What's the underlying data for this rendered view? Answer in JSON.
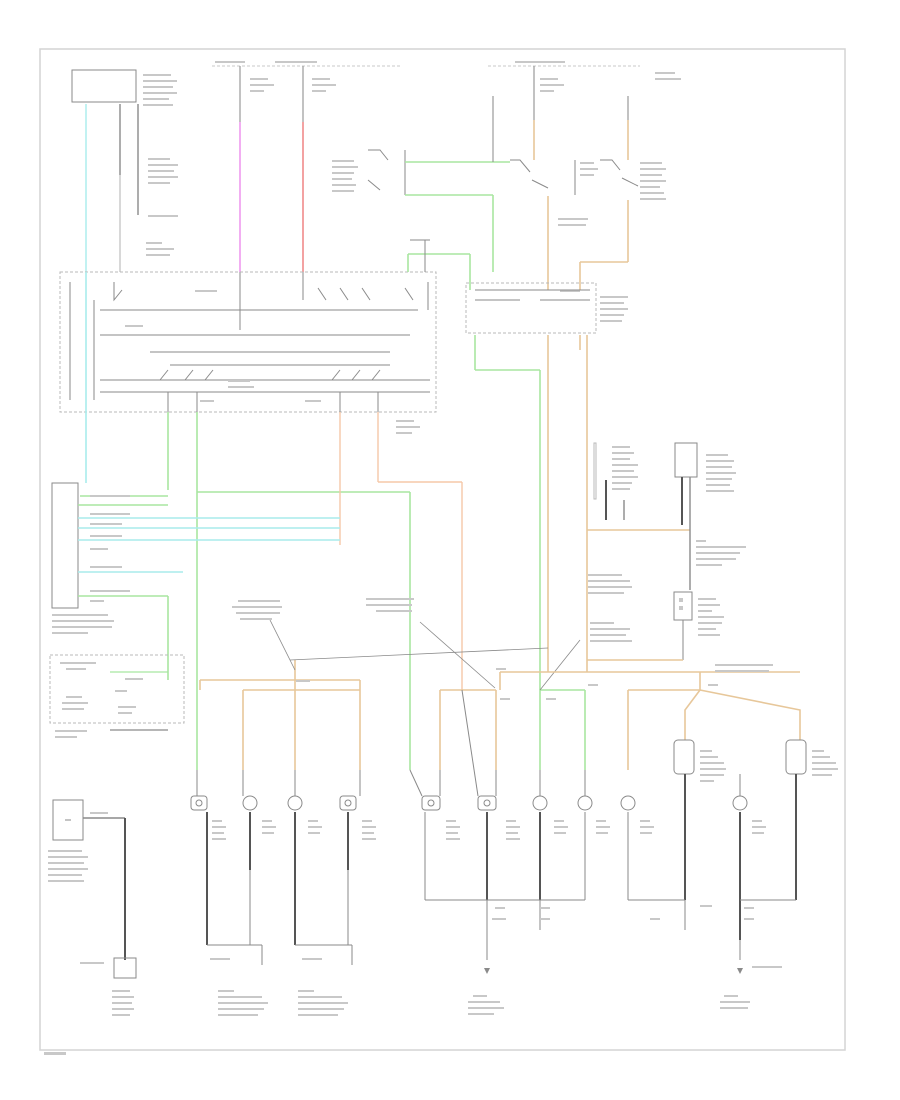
{
  "diagram": {
    "title": "",
    "footer_code": "",
    "colors": {
      "border": "#d4d4d4",
      "wire_green": "#a8e6a0",
      "wire_cyan": "#a9ecec",
      "wire_tan": "#e7c79a",
      "wire_pink": "#ee9aef",
      "wire_red": "#f08a8a",
      "wire_orange": "#f5c8a8",
      "wire_gray": "#9a9a9a",
      "wire_dark": "#6a6a6a",
      "ground_dark": "#555555"
    },
    "components": {
      "top_left_box": "",
      "turn_switch": "",
      "hazard_box": "",
      "relay_left": "",
      "relay_right": "",
      "mid_right_box": "",
      "bottom_left_sensor": ""
    },
    "lamps": [
      {
        "id": "lamp-1",
        "label": ""
      },
      {
        "id": "lamp-2",
        "label": ""
      },
      {
        "id": "lamp-3",
        "label": ""
      },
      {
        "id": "lamp-4",
        "label": ""
      },
      {
        "id": "lamp-5",
        "label": ""
      },
      {
        "id": "lamp-6",
        "label": ""
      },
      {
        "id": "lamp-7",
        "label": ""
      },
      {
        "id": "lamp-8",
        "label": ""
      },
      {
        "id": "lamp-9",
        "label": ""
      },
      {
        "id": "lamp-10",
        "label": ""
      },
      {
        "id": "lamp-11",
        "label": ""
      },
      {
        "id": "lamp-12",
        "label": ""
      }
    ]
  }
}
